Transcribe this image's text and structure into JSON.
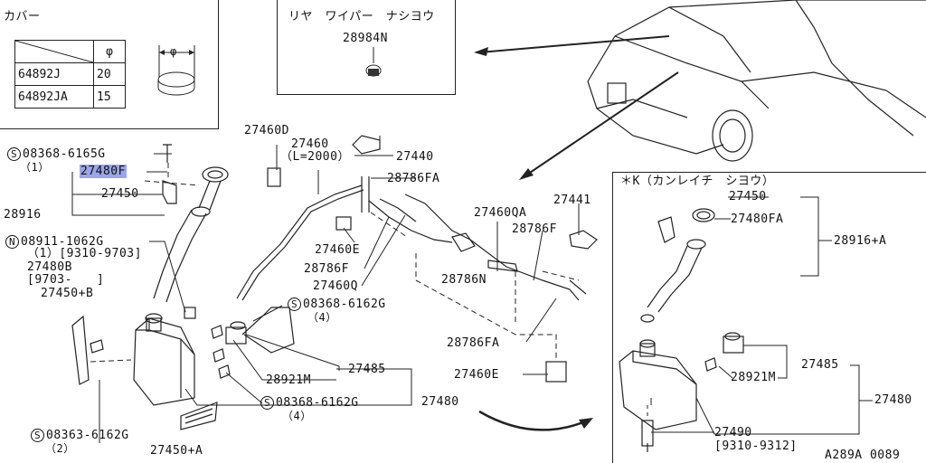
{
  "cover": {
    "title": "カバー",
    "phi_header": "φ",
    "rows": [
      {
        "part": "64892J",
        "phi": "20"
      },
      {
        "part": "64892JA",
        "phi": "15"
      }
    ],
    "phi_symbol": "φ"
  },
  "rear_wiper": {
    "title": "リヤ　ワイパー　ナシヨウ",
    "part": "28984N"
  },
  "cold_spec": {
    "title": "＊K（カンレイチ　シヨウ）",
    "labels": {
      "p27450": "27450",
      "p27480FA": "27480FA",
      "p28916A": "28916+A",
      "p28921M": "28921M",
      "p27485": "27485",
      "p27480": "27480",
      "p27490": "27490",
      "p27490_range": "[9310-9312]"
    }
  },
  "main": {
    "s08368_6165G": "08368-6165G",
    "qty1": "（1）",
    "p27480F": "27480F",
    "p27450": "27450",
    "p28916": "28916",
    "n08911_1062G": "08911-1062G",
    "n_range": "（1）[9310-9703]",
    "p27480B": "27480B",
    "p27480B_range": "[9703-　　]",
    "p27450B": "27450+B",
    "s08363_6162G": "08363-6162G",
    "qty2": "（2）",
    "p27450A": "27450+A",
    "p27460D": "27460D",
    "p27460": "27460",
    "p27460_len": "（L=2000）",
    "p27440": "27440",
    "p28786FA_top": "28786FA",
    "p27460E_top": "27460E",
    "p28786F_left": "28786F",
    "p27460Q": "27460Q",
    "p27460QA": "27460QA",
    "p27441": "27441",
    "p28786F_right": "28786F",
    "p28786N": "28786N",
    "s08368_6162G_a": "08368-6162G",
    "qty4a": "（4）",
    "p28786FA_bottom": "28786FA",
    "p28921M": "28921M",
    "p27485": "27485",
    "p27460E_bottom": "27460E",
    "s08368_6162G_b": "08368-6162G",
    "qty4b": "（4）",
    "p27480": "27480",
    "s_symbol": "S",
    "n_symbol": "N"
  },
  "footer": {
    "code": "A289A 0089"
  }
}
